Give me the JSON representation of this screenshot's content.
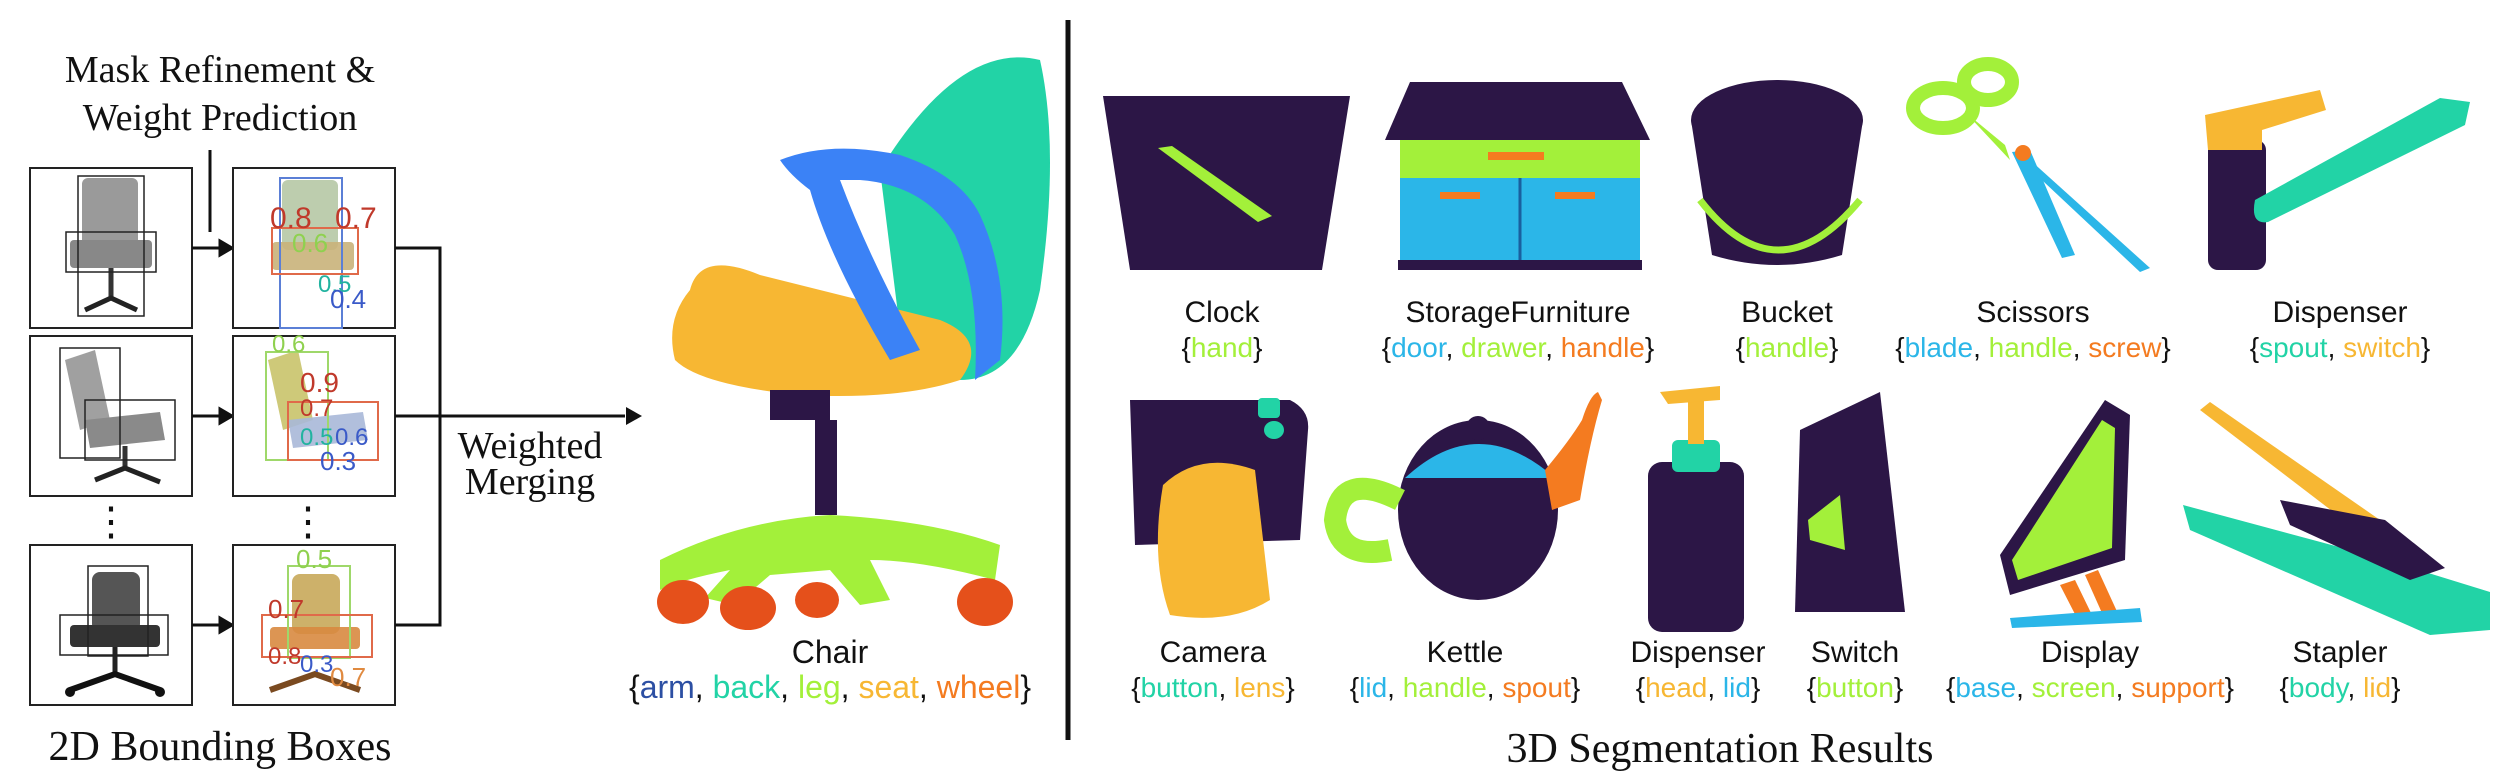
{
  "colors": {
    "dark": "#2c1646",
    "teal": "#22d3a6",
    "blue": "#3b82f6",
    "skyblue": "#2bb6e8",
    "green": "#a3f03a",
    "yellow": "#f7b733",
    "orange": "#f47b20",
    "red": "#e5501b",
    "navy": "#2c4fa3"
  },
  "left": {
    "top_label_line1": "Mask Refinement &",
    "top_label_line2": "Weight Prediction",
    "bottom_label": "2D Bounding Boxes",
    "merge_label_line1": "Weighted",
    "merge_label_line2": "Merging",
    "dots": "⋮",
    "scores_row1": [
      "0.8",
      "0.7",
      "0.6",
      "0.5",
      "0.4"
    ],
    "scores_row2": [
      "0.6",
      "0.9",
      "0.7",
      "0.5",
      "0.6",
      "0.3"
    ],
    "scores_row3": [
      "0.5",
      "0.7",
      "0.8",
      "0.3",
      "0.7"
    ]
  },
  "chair": {
    "name": "Chair",
    "parts": [
      {
        "text": "arm",
        "color": "#2c4fa3"
      },
      {
        "text": "back",
        "color": "#22d3a6"
      },
      {
        "text": "leg",
        "color": "#a3f03a"
      },
      {
        "text": "seat",
        "color": "#f7b733"
      },
      {
        "text": "wheel",
        "color": "#f47b20"
      }
    ]
  },
  "results_title": "3D Segmentation Results",
  "objects": [
    {
      "name": "Clock",
      "parts": [
        {
          "text": "hand",
          "color": "#a3f03a"
        }
      ]
    },
    {
      "name": "StorageFurniture",
      "parts": [
        {
          "text": "door",
          "color": "#2bb6e8"
        },
        {
          "text": "drawer",
          "color": "#a3f03a"
        },
        {
          "text": "handle",
          "color": "#f47b20"
        }
      ]
    },
    {
      "name": "Bucket",
      "parts": [
        {
          "text": "handle",
          "color": "#a3f03a"
        }
      ]
    },
    {
      "name": "Scissors",
      "parts": [
        {
          "text": "blade",
          "color": "#2bb6e8"
        },
        {
          "text": "handle",
          "color": "#a3f03a"
        },
        {
          "text": "screw",
          "color": "#f47b20"
        }
      ]
    },
    {
      "name": "Dispenser",
      "parts": [
        {
          "text": "spout",
          "color": "#22d3a6"
        },
        {
          "text": " switch",
          "color": "#f7b733"
        }
      ]
    },
    {
      "name": "Camera",
      "parts": [
        {
          "text": "button",
          "color": "#22d3a6"
        },
        {
          "text": " lens",
          "color": "#f7b733"
        }
      ]
    },
    {
      "name": "Kettle",
      "parts": [
        {
          "text": "lid",
          "color": "#2bb6e8"
        },
        {
          "text": "handle",
          "color": "#a3f03a"
        },
        {
          "text": "spout",
          "color": "#f47b20"
        }
      ]
    },
    {
      "name": "Dispenser",
      "parts": [
        {
          "text": "head",
          "color": "#f7b733"
        },
        {
          "text": "lid",
          "color": "#2bb6e8"
        }
      ]
    },
    {
      "name": "Switch",
      "parts": [
        {
          "text": "button",
          "color": "#a3f03a"
        }
      ]
    },
    {
      "name": "Display",
      "parts": [
        {
          "text": "base",
          "color": "#2bb6e8"
        },
        {
          "text": "screen",
          "color": "#a3f03a"
        },
        {
          "text": "support",
          "color": "#f47b20"
        }
      ]
    },
    {
      "name": "Stapler",
      "parts": [
        {
          "text": "body",
          "color": "#22d3a6"
        },
        {
          "text": "lid",
          "color": "#f7b733"
        }
      ]
    }
  ]
}
